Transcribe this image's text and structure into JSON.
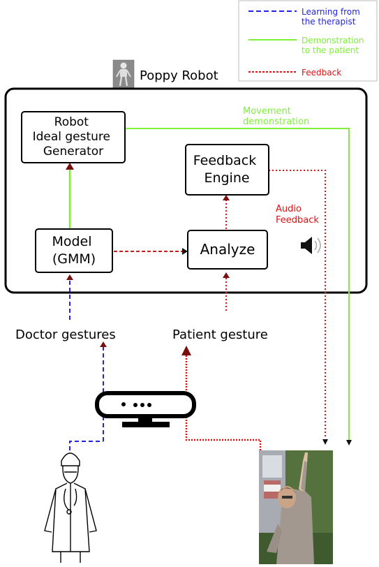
{
  "legend": {
    "items": [
      {
        "label": "Learning from the therapist",
        "lines": [
          "Learning from",
          "the therapist"
        ],
        "color": "#2222ee",
        "style": "dashed"
      },
      {
        "label": "Demonstration to the patient",
        "lines": [
          "Demonstration",
          "to the patient"
        ],
        "color": "#7ef03a",
        "style": "solid"
      },
      {
        "label": "Feedback",
        "lines": [
          "Feedback"
        ],
        "color": "#dd1111",
        "style": "dotted"
      }
    ]
  },
  "robot": {
    "title": "Poppy Robot",
    "icon": "robot-icon"
  },
  "nodes": {
    "generator": {
      "label": "Robot Ideal gesture Generator",
      "lines": [
        "Robot",
        "Ideal gesture",
        "Generator"
      ]
    },
    "feedback_engine": {
      "label": "Feedback Engine",
      "lines": [
        "Feedback",
        "Engine"
      ]
    },
    "model": {
      "label": "Model (GMM)",
      "lines": [
        "Model",
        "(GMM)"
      ]
    },
    "analyze": {
      "label": "Analyze",
      "lines": [
        "Analyze"
      ]
    }
  },
  "annotations": {
    "movement": {
      "lines": [
        "Movement",
        "demonstration"
      ],
      "color": "#7ef03a"
    },
    "audio": {
      "lines": [
        "Audio",
        "Feedback"
      ],
      "color": "#dd1111"
    },
    "speaker_icon": "speaker-icon"
  },
  "inputs": {
    "doctor": "Doctor gestures",
    "patient": "Patient gesture"
  },
  "devices": {
    "sensor_icon": "kinect-sensor-icon",
    "doctor_icon": "doctor-figure-icon",
    "patient_photo": "patient-photo"
  },
  "colors": {
    "blue": "#2222ee",
    "green": "#7ef03a",
    "red": "#dd1111",
    "arrow_dark": "#7a0f0f"
  }
}
